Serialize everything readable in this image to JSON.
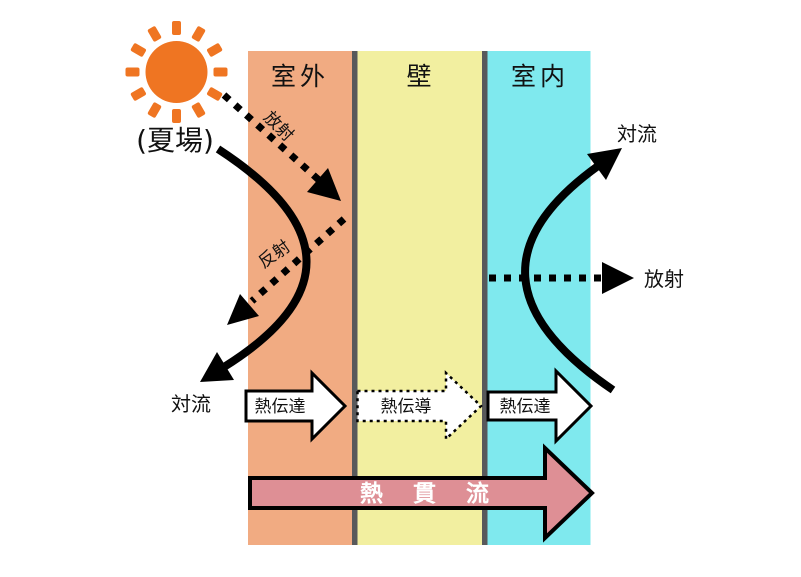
{
  "colors": {
    "outdoor_band": "#F1AB82",
    "wall_band": "#F2EFA0",
    "indoor_band": "#7FE9EE",
    "divider": "#58595B",
    "sun": "#EF7522",
    "block_arrow_fill": "#FFFFFF",
    "transmission_arrow": "#DE8F95",
    "ink": "#000000"
  },
  "diagram": {
    "season_label": "(夏場)",
    "bands": [
      {
        "id": "outdoor",
        "label": "室外"
      },
      {
        "id": "wall",
        "label": "壁"
      },
      {
        "id": "indoor",
        "label": "室内"
      }
    ],
    "arrows": {
      "solar_radiation": "放射",
      "reflection": "反射",
      "outdoor_convection": "対流",
      "indoor_convection": "対流",
      "indoor_radiation": "放射",
      "outdoor_heat_transfer": "熱伝達",
      "wall_heat_conduction": "熱伝導",
      "indoor_heat_transfer": "熱伝達",
      "heat_transmission": "熱 貫 流"
    }
  }
}
